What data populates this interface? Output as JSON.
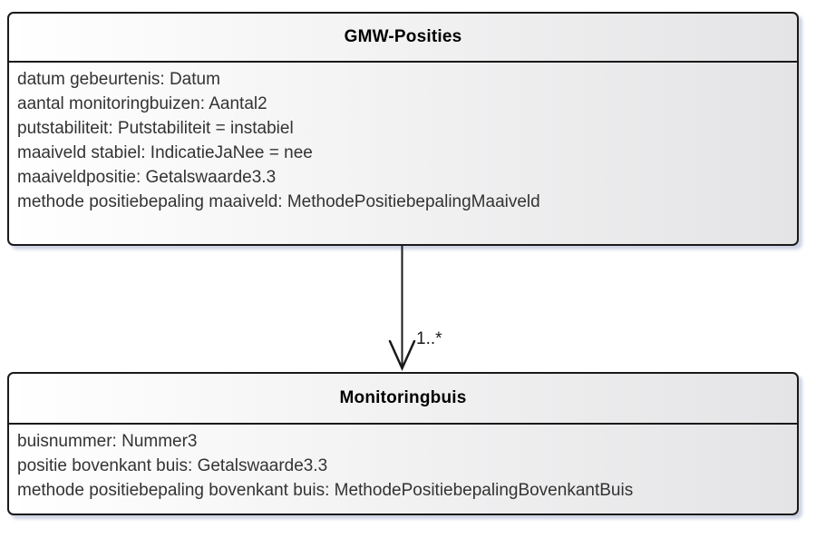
{
  "diagram": {
    "type": "uml-class-diagram",
    "colors": {
      "background": "#ffffff",
      "box_fill_left": "#ffffff",
      "box_fill_right": "#e4e4e6",
      "border": "#1a1a1a",
      "shadow": "#a5afcd",
      "attribute_text": "#333333",
      "title_text": "#000000"
    },
    "classes": [
      {
        "id": "gmw-posities",
        "title": "GMW-Posities",
        "attributes": [
          "datum gebeurtenis: Datum",
          "aantal monitoringbuizen: Aantal2",
          "putstabiliteit: Putstabiliteit = instabiel",
          "maaiveld stabiel: IndicatieJaNee = nee",
          "maaiveldpositie: Getalswaarde3.3",
          "methode positiebepaling maaiveld: MethodePositiebepalingMaaiveld"
        ]
      },
      {
        "id": "monitoringbuis",
        "title": "Monitoringbuis",
        "attributes": [
          "buisnummer: Nummer3",
          "positie bovenkant buis: Getalswaarde3.3",
          "methode positiebepaling bovenkant buis: MethodePositiebepalingBovenkantBuis"
        ]
      }
    ],
    "relationship": {
      "type": "directed-association",
      "from": "GMW-Posities",
      "to": "Monitoringbuis",
      "target_multiplicity": "1..*"
    }
  }
}
